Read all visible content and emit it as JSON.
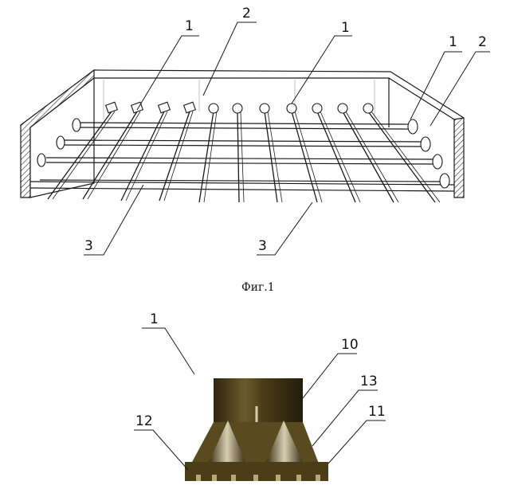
{
  "figure1": {
    "caption": "Фиг.1",
    "labels": {
      "l1a": "1",
      "l2a": "2",
      "l1b": "1",
      "l1c": "1",
      "l2b": "2",
      "l3a": "3",
      "l3b": "3"
    }
  },
  "figure2": {
    "labels": {
      "l1": "1",
      "l10": "10",
      "l13": "13",
      "l11": "11",
      "l12": "12"
    }
  },
  "colors": {
    "line": "#1a1a1a",
    "nozzle_dark": "#3a2f15",
    "nozzle_mid": "#6b5a2a",
    "nozzle_light": "#b8a878"
  }
}
